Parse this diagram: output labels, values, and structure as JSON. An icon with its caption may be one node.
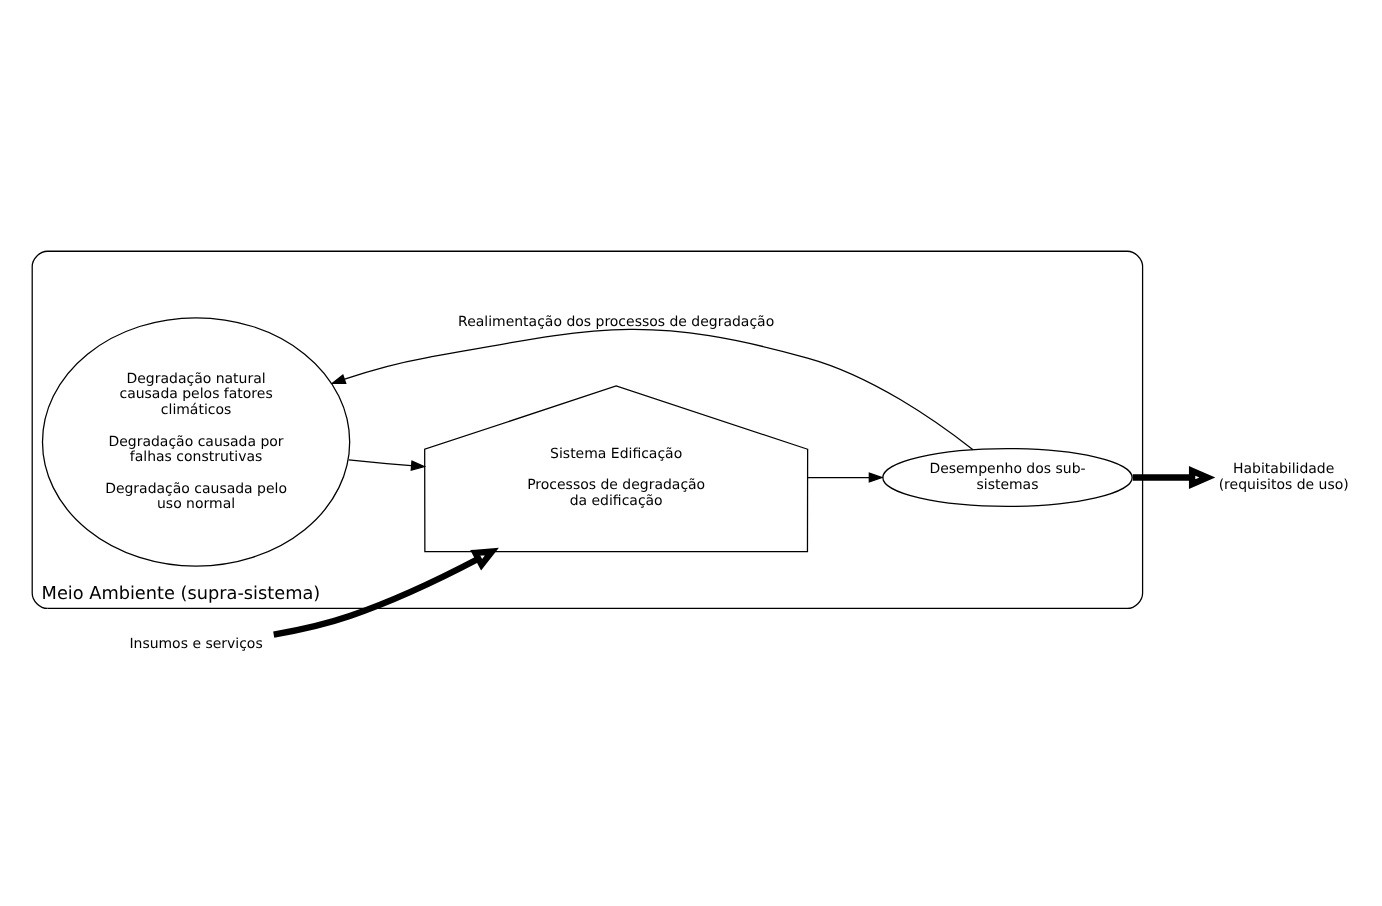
{
  "diagram": {
    "nodes": [
      {
        "text": [
          "Meio Ambiente (supra-sistema)"
        ]
      },
      {
        "text": [
          "Degradação natural causada pelos fatores climáticos",
          "Degradação causada por falhas construtivas",
          "Degradação causada pelo uso normal"
        ],
        "in": 0
      },
      {
        "text": [
          "Sistema Edificação",
          "Processos de degradação da edificação"
        ],
        "in": 0
      },
      {
        "text": [
          "Desempenho dos sub-sistemas"
        ],
        "in": 0
      },
      {
        "text": [
          "Insumos e serviços"
        ]
      },
      {
        "text": [
          "Habitabilidade (requisitos de uso)"
        ]
      }
    ],
    "edges": [
      {
        "from": 1,
        "to": 2,
        "arrow": "to"
      },
      {
        "from": 2,
        "to": 3,
        "arrow": "to"
      },
      {
        "from": 3,
        "to": 1,
        "arrow": "to",
        "label": "Realimentação dos processos de degradação"
      },
      {
        "from": 4,
        "to": 2,
        "arrow": "to",
        "style": "thick"
      },
      {
        "from": 3,
        "to": 5,
        "arrow": "to",
        "style": "thick"
      }
    ]
  }
}
